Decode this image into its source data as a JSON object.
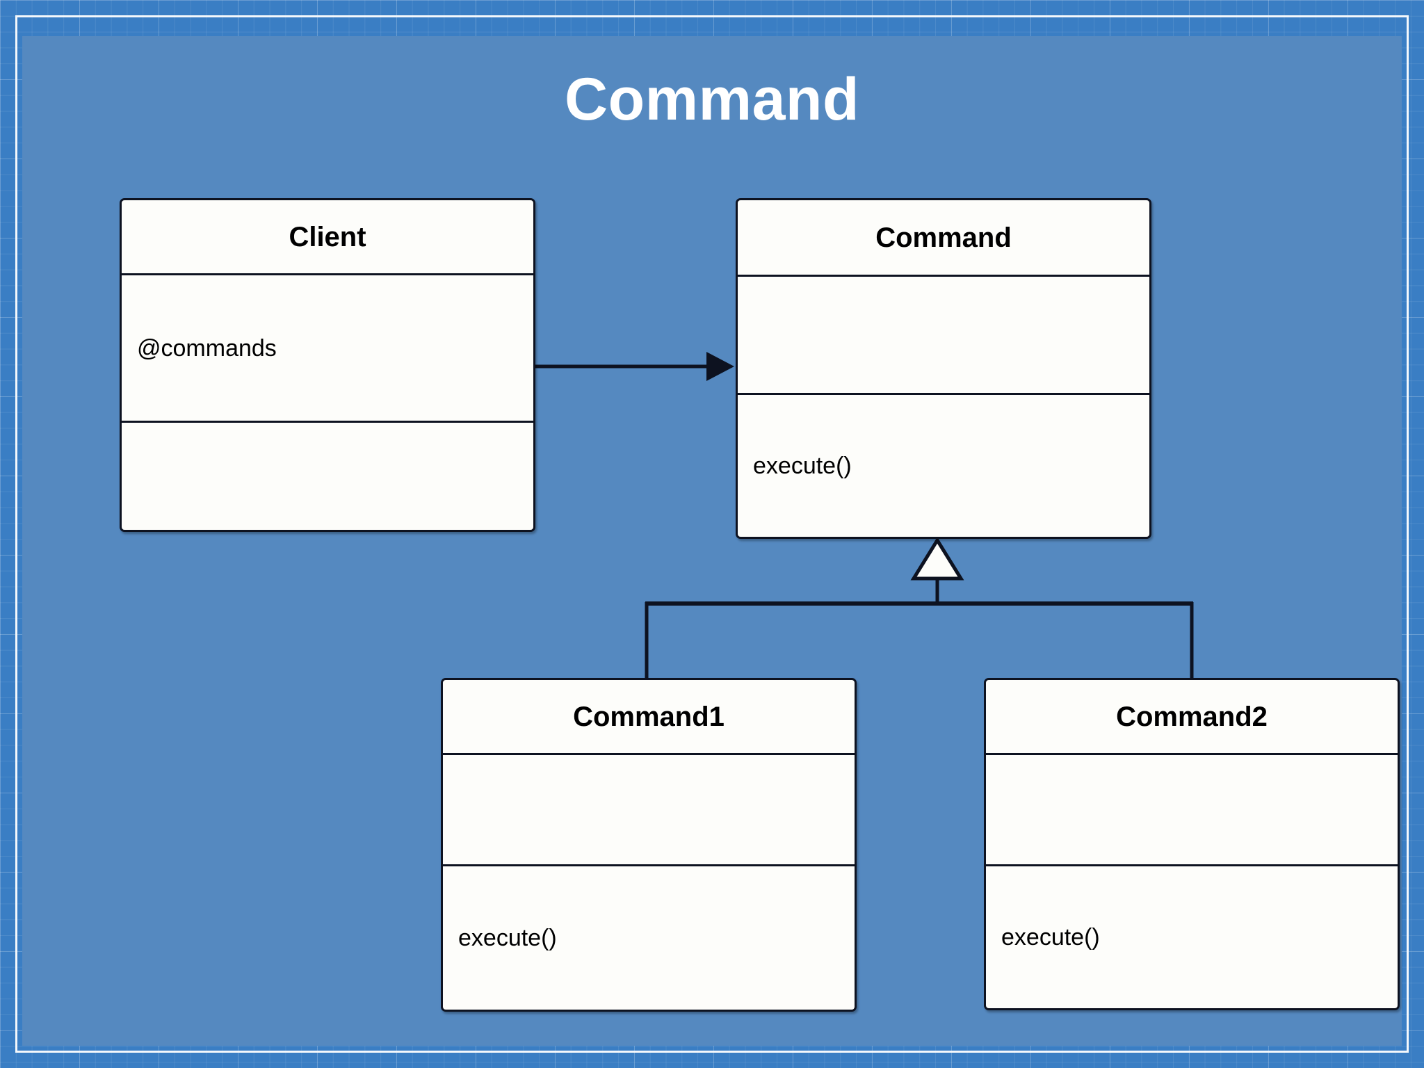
{
  "slide": {
    "title": "Command",
    "background_color": "#5589c0",
    "border_color": "#3a7ec4",
    "frame_line_color": "#f4f8fc",
    "title_color": "#ffffff"
  },
  "diagram": {
    "type": "uml-class-diagram",
    "box_fill": "#fdfdfa",
    "box_border": "#0d1220",
    "classes": [
      {
        "id": "client",
        "name": "Client",
        "attributes": [
          "@commands"
        ],
        "operations": []
      },
      {
        "id": "command",
        "name": "Command",
        "attributes": [],
        "operations": [
          "execute()"
        ]
      },
      {
        "id": "command1",
        "name": "Command1",
        "attributes": [],
        "operations": [
          "execute()"
        ]
      },
      {
        "id": "command2",
        "name": "Command2",
        "attributes": [],
        "operations": [
          "execute()"
        ]
      }
    ],
    "relationships": [
      {
        "from": "client",
        "to": "command",
        "kind": "association",
        "arrowhead": "filled-arrow"
      },
      {
        "from": "command1",
        "to": "command",
        "kind": "generalization",
        "arrowhead": "hollow-triangle"
      },
      {
        "from": "command2",
        "to": "command",
        "kind": "generalization",
        "arrowhead": "hollow-triangle"
      }
    ]
  }
}
